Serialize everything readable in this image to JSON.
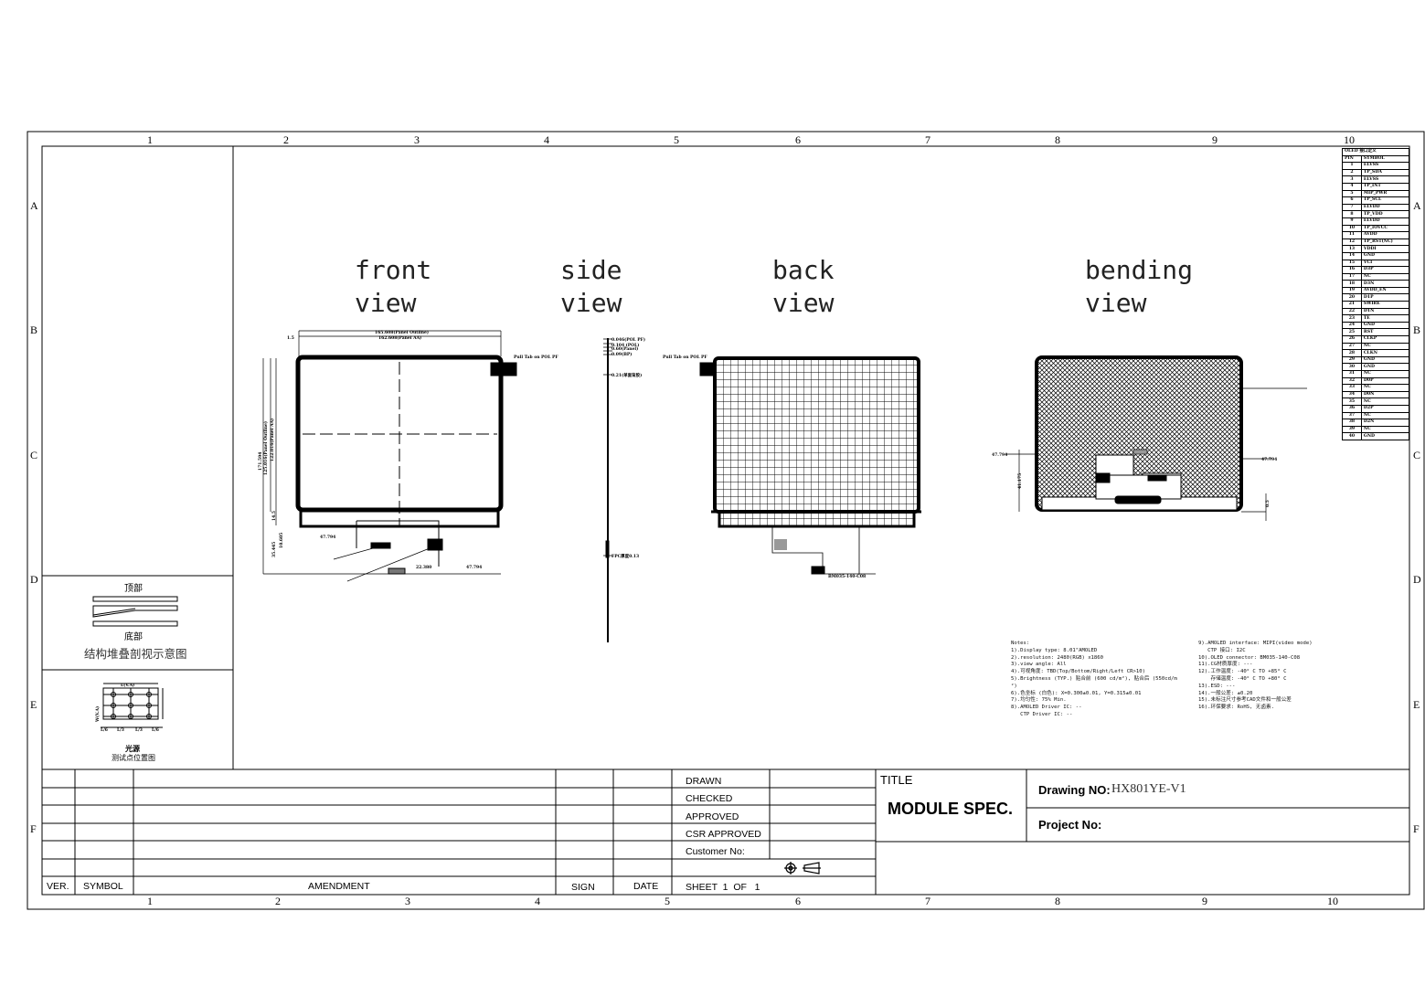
{
  "grid": {
    "columns_top": [
      "1",
      "2",
      "3",
      "4",
      "5",
      "6",
      "7",
      "8",
      "9",
      "10"
    ],
    "columns_bottom": [
      "1",
      "2",
      "3",
      "4",
      "5",
      "6",
      "7",
      "8",
      "9",
      "10"
    ],
    "rows": [
      "A",
      "B",
      "C",
      "D",
      "E",
      "F"
    ]
  },
  "views": {
    "front": [
      "front",
      "view"
    ],
    "side": [
      "side",
      "view"
    ],
    "back": [
      "back",
      "view"
    ],
    "bending": [
      "bending",
      "view"
    ]
  },
  "dimensions": {
    "panel_outline_w": "165.608(Panel Outline)",
    "panel_aa_w": "162.608(Panel AA)",
    "offset": "1.5",
    "pull_tab": "Pull Tab on POL PF",
    "pull_tab_back": "Pull Tab on POL PF",
    "panel_outline_h": "125.016(Panel Outline)",
    "panel_aa_h": "122.016(Panel AA)",
    "total_h": "171.594",
    "bottom_border": "14.5",
    "fpc_1": "47.794",
    "fpc_2": "22.380",
    "fpc_3": "47.794",
    "fpc_4": "10.605",
    "fpc_5": "35.445",
    "bend_left": "47.794",
    "bend_right": "47.794",
    "bend_h": "41.175",
    "bend_t": "0.5",
    "side_1": "0.046(POL PF)",
    "side_2": "0.104 (POL)",
    "side_3": "0.60(Panel)",
    "side_4": "0.09(BP)",
    "side_5": "0.21(单面背胶)",
    "side_6": "FPC厚度0.13",
    "back_conn": "BM035-140-C08"
  },
  "stack_diagram": {
    "top": "顶部",
    "bottom": "底部",
    "caption": "结构堆叠剖视示意图"
  },
  "test_points": {
    "l_label": "L(V.A)",
    "w_label": "W(V.A)",
    "sub_labels": [
      "L/6",
      "L/3",
      "L/3",
      "L/6"
    ],
    "light": "光源",
    "caption": "测试点位置图"
  },
  "pin_table": {
    "title": "OLED 接口定义",
    "headers": [
      "PIN",
      "SYMBOL"
    ],
    "pins": [
      [
        "1",
        "ELVSS"
      ],
      [
        "2",
        "TP_SDA"
      ],
      [
        "3",
        "ELVSS"
      ],
      [
        "4",
        "TP_INT"
      ],
      [
        "5",
        "MIP_PWR"
      ],
      [
        "6",
        "TP_SCL"
      ],
      [
        "7",
        "ELVDD"
      ],
      [
        "8",
        "TP_VDD"
      ],
      [
        "9",
        "ELVDD"
      ],
      [
        "10",
        "TP_IOVCC"
      ],
      [
        "11",
        "AVDD"
      ],
      [
        "12",
        "TP_RST(NC)"
      ],
      [
        "13",
        "VDDI"
      ],
      [
        "14",
        "GND"
      ],
      [
        "15",
        "VCI"
      ],
      [
        "16",
        "D3P"
      ],
      [
        "17",
        "NC"
      ],
      [
        "18",
        "D3N"
      ],
      [
        "19",
        "AVDD_EN"
      ],
      [
        "20",
        "D1P"
      ],
      [
        "21",
        "SWIRE"
      ],
      [
        "22",
        "D1N"
      ],
      [
        "23",
        "TE"
      ],
      [
        "24",
        "GND"
      ],
      [
        "25",
        "RST"
      ],
      [
        "26",
        "CLKP"
      ],
      [
        "27",
        "NC"
      ],
      [
        "28",
        "CLKN"
      ],
      [
        "29",
        "GND"
      ],
      [
        "30",
        "GND"
      ],
      [
        "31",
        "NC"
      ],
      [
        "32",
        "D0P"
      ],
      [
        "33",
        "NC"
      ],
      [
        "34",
        "D0N"
      ],
      [
        "35",
        "NC"
      ],
      [
        "36",
        "D2P"
      ],
      [
        "37",
        "NC"
      ],
      [
        "38",
        "D2N"
      ],
      [
        "39",
        "NC"
      ],
      [
        "40",
        "GND"
      ]
    ]
  },
  "notes": {
    "left": [
      "Notes:",
      "1).Display type: 8.01\"AMOLED",
      "2).resolution: 2480(RGB) x1860",
      "3).view angle: All",
      "4).可视角度: TBD(Top/Bottom/Right/Left CR>10)",
      "5).Brightness (TYP.) 贴合前 (600 cd/m²), 贴合后 (550cd/m",
      "²)",
      "6).色坐标 (白色): X=0.300±0.01, Y=0.315±0.01",
      "7).均匀性: 75% Min.",
      "8).AMOLED Driver IC: --",
      "   CTP Driver IC: --"
    ],
    "right": [
      "9).AMOLED interface: MIPI(video mode)",
      "   CTP 接口: I2C",
      "10).OLED connector: BM035-140-C08",
      "11).CG材质厚度: ---",
      "12).工作温度: -40° C TO +85° C",
      "    存储温度: -40° C TO +80° C",
      "13).ESD: ---",
      "14).一般公差: ±0.20",
      "15).未标注尺寸参考CAD文件和一般公差",
      "16).环保要求: RoHS, 无卤素."
    ]
  },
  "revision_block": {
    "headers": [
      "VER.",
      "SYMBOL",
      "AMENDMENT",
      "SIGN",
      "DATE"
    ]
  },
  "sign_block": {
    "rows": [
      "DRAWN",
      "CHECKED",
      "APPROVED",
      "CSR APPROVED",
      "Customer No:"
    ],
    "sheet": "SHEET  1  OF   1"
  },
  "title_block": {
    "title_label": "TITLE",
    "title": "MODULE SPEC.",
    "drawing_no_label": "Drawing NO:",
    "drawing_no": "HX801YE-V1",
    "project_no_label": "Project No:"
  }
}
